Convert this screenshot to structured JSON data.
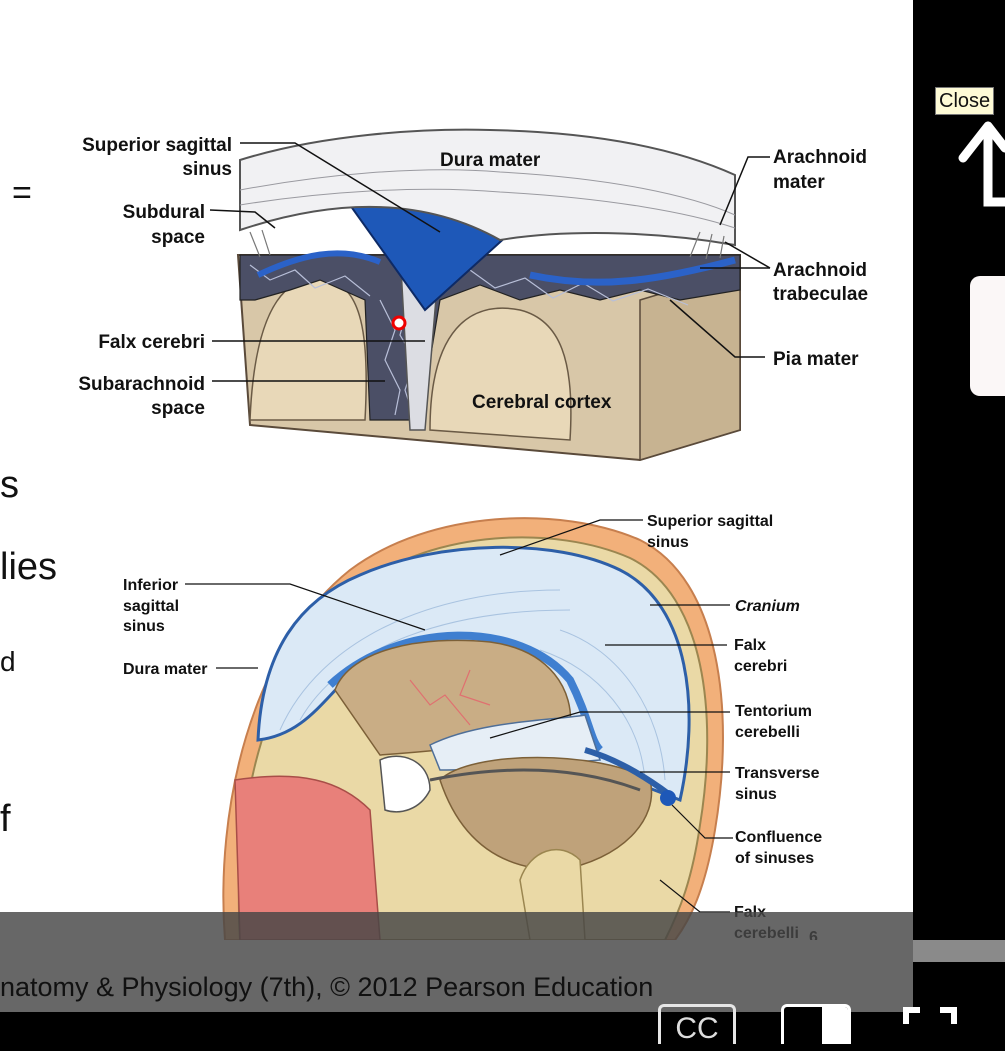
{
  "slide": {
    "fragments": {
      "equals": "=",
      "s": "s",
      "lies": "lies",
      "d": "d",
      "f": "f"
    },
    "top_figure": {
      "labels": {
        "superior_sagittal": "Superior sagittal",
        "sinus": "sinus",
        "dura_mater": "Dura mater",
        "arachnoid": "Arachnoid",
        "mater": "mater",
        "subdural": "Subdural",
        "space": "space",
        "arachnoid2": "Arachnoid",
        "trabeculae": "trabeculae",
        "falx_cerebri": "Falx cerebri",
        "pia_mater": "Pia mater",
        "subarachnoid": "Subarachnoid",
        "space2": "space",
        "cerebral_cortex": "Cerebral cortex"
      }
    },
    "bottom_figure": {
      "labels": {
        "superior_sagittal": "Superior sagittal",
        "sinus": "sinus",
        "inferior": "Inferior",
        "sagittal": "sagittal",
        "sinus2": "sinus",
        "cranium": "Cranium",
        "falx": "Falx",
        "cerebri": "cerebri",
        "dura_mater": "Dura mater",
        "tentorium": "Tentorium",
        "cerebelli": "cerebelli",
        "transverse": "Transverse",
        "sinus3": "sinus",
        "confluence": "Confluence",
        "of_sinuses": "of sinuses",
        "falx2": "Falx",
        "cerebelli2": "cerebelli"
      },
      "slide_number": "6"
    }
  },
  "caption": "natomy & Physiology (7th), © 2012 Pearson Education",
  "side": {
    "close_tooltip": "Close"
  },
  "controls": {
    "cc_label": "CC"
  }
}
